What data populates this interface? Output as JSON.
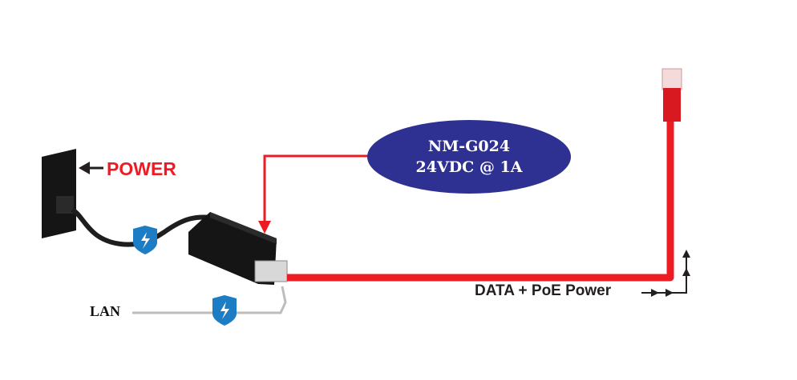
{
  "labels": {
    "power": "POWER",
    "model": "NM-G024",
    "rating": "24VDC @ 1A",
    "output": "DATA + PoE Power",
    "lan": "LAN"
  },
  "colors": {
    "red": "#ed1c24",
    "ellipse": "#2e3192",
    "shield": "#1c7cc4",
    "device": "#1a1a1a",
    "lan_cable": "#bdbdbd"
  },
  "icons": [
    "wall-outlet-icon",
    "poe-injector-icon",
    "surge-shield-icon",
    "rj45-plug-icon",
    "arrow-icon"
  ]
}
